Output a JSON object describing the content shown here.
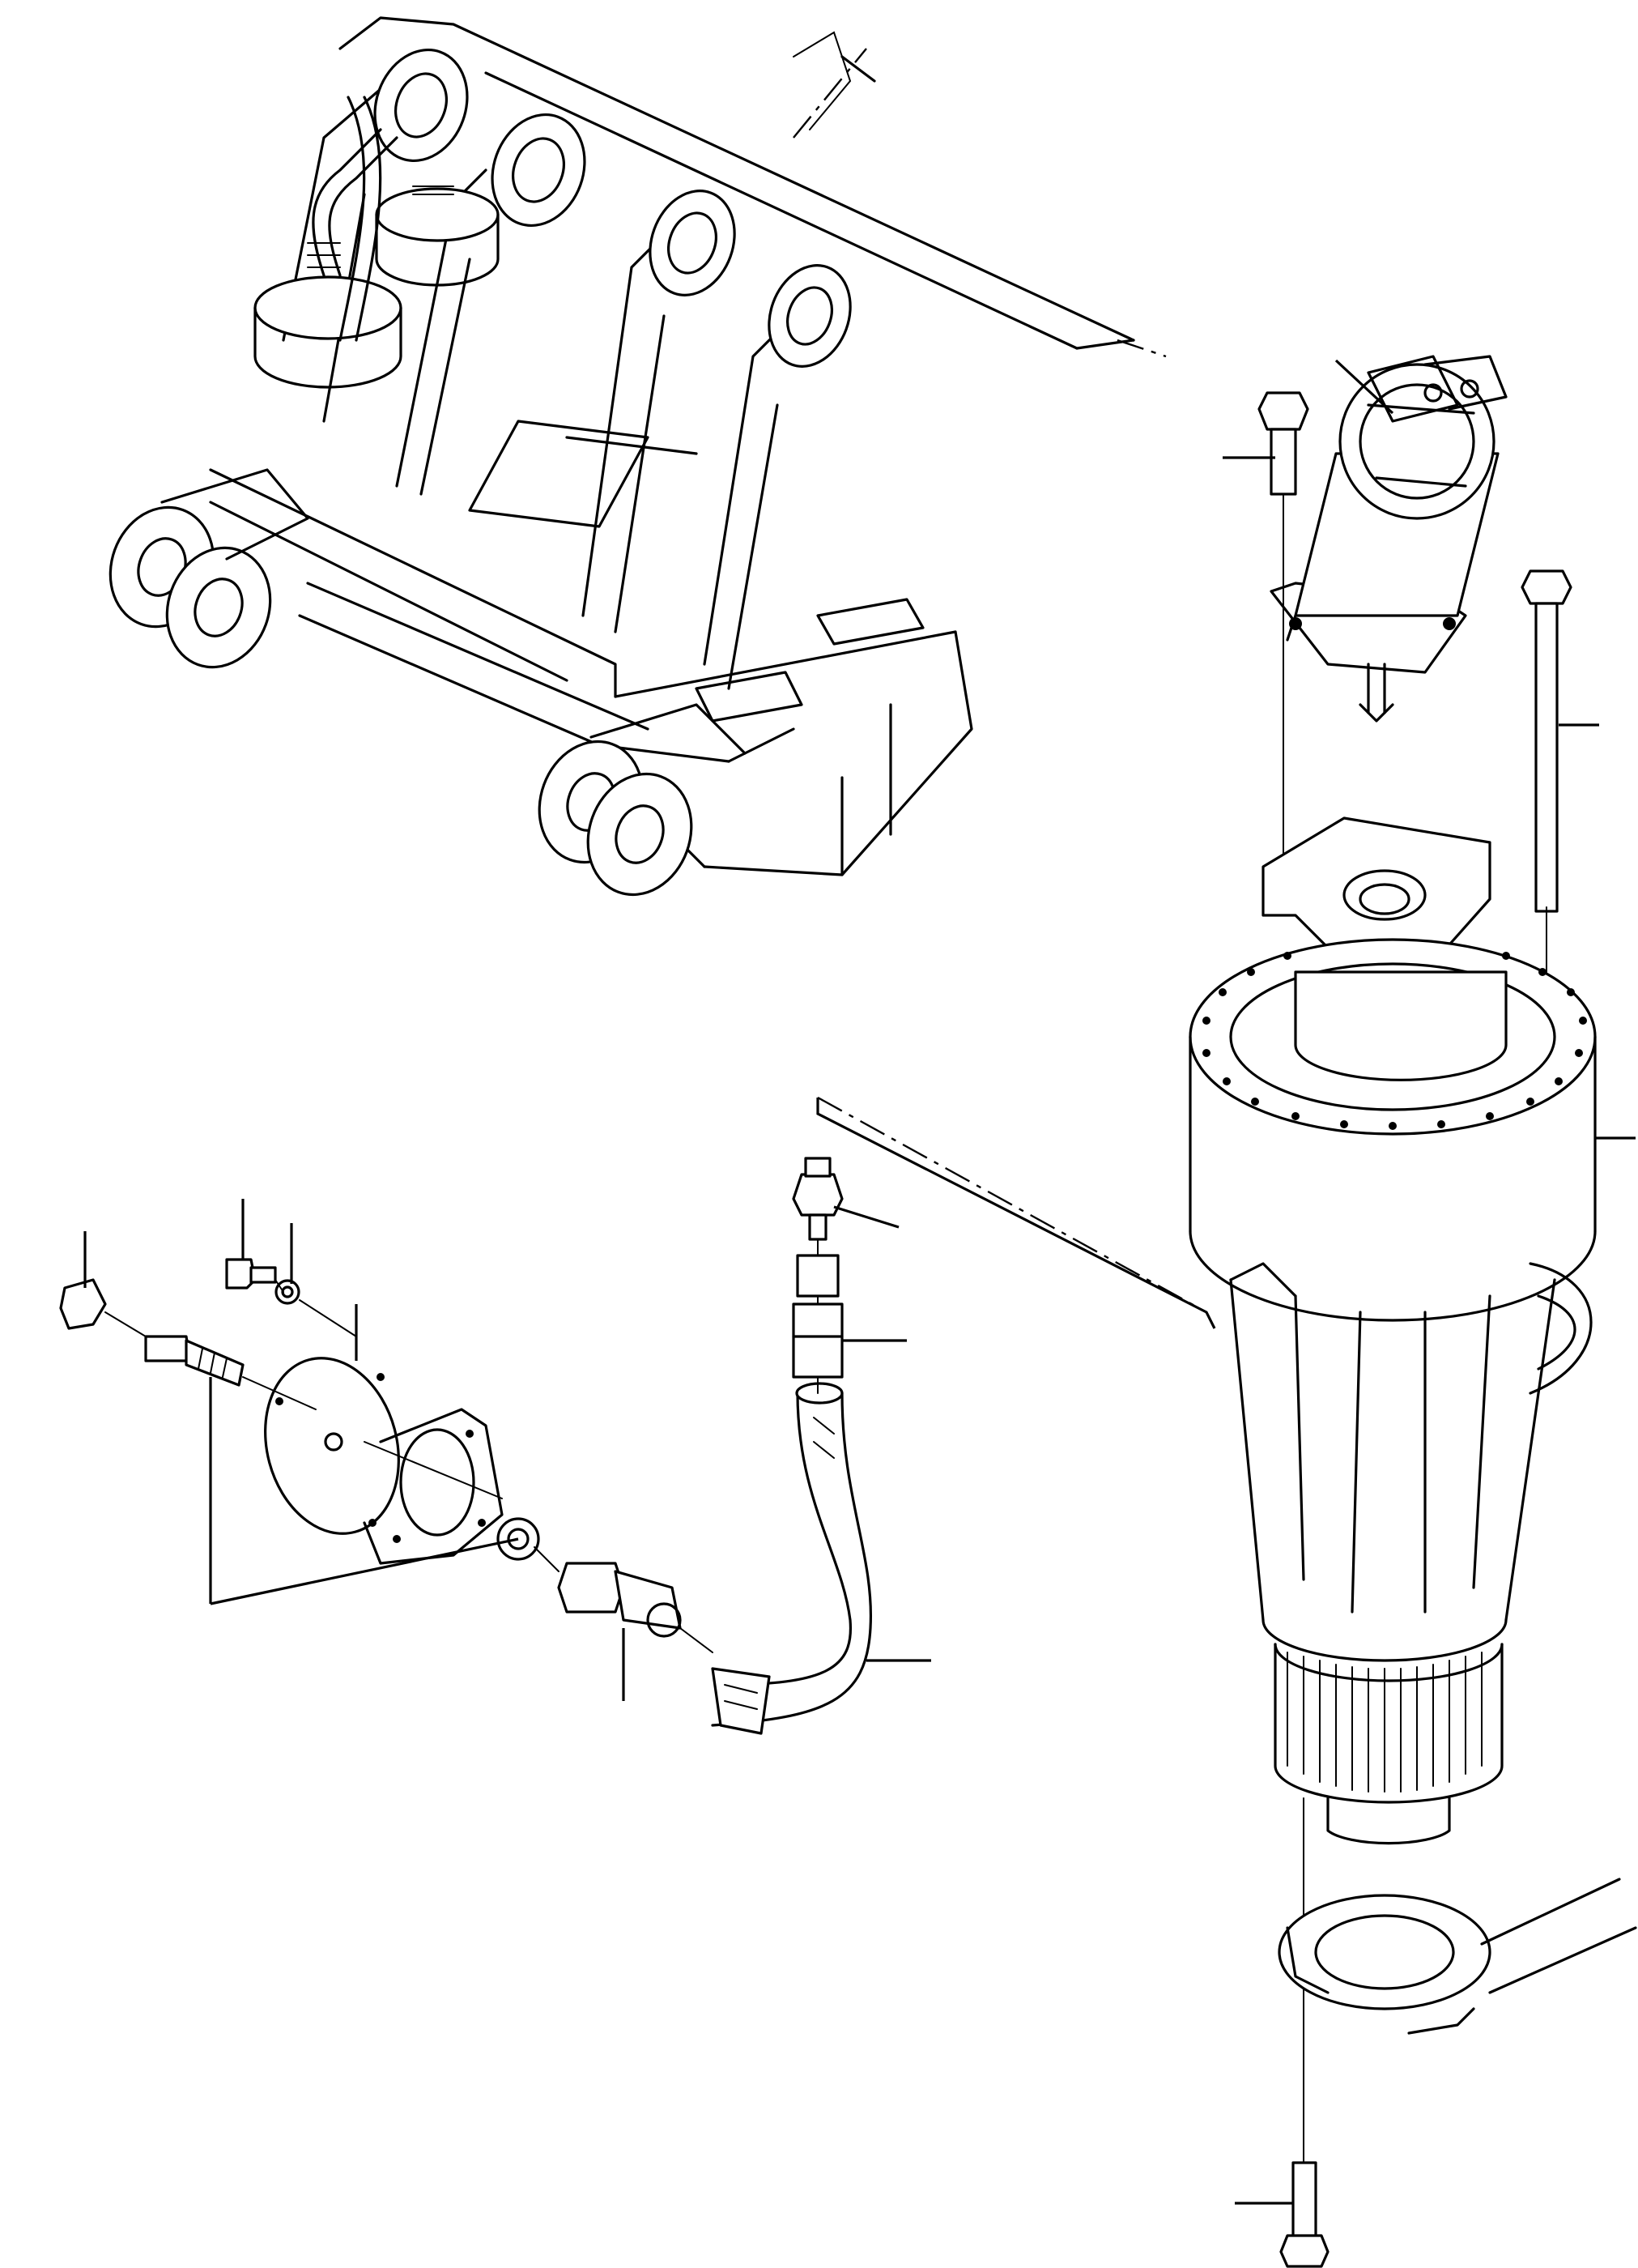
{
  "diagram": {
    "kind": "exploded-parts-view",
    "callouts": [
      {
        "id": "callout-1",
        "part": "slew-motor-top"
      },
      {
        "id": "callout-2",
        "part": "top-bolt"
      },
      {
        "id": "callout-3",
        "part": "tie-rod"
      },
      {
        "id": "callout-4",
        "part": "gearbox-housing"
      },
      {
        "id": "callout-5",
        "part": "drain-line"
      },
      {
        "id": "callout-6",
        "part": "hose-coupling"
      },
      {
        "id": "callout-7",
        "part": "hose"
      },
      {
        "id": "callout-8",
        "part": "hose-end-fitting"
      },
      {
        "id": "callout-9",
        "part": "cap-nut"
      },
      {
        "id": "callout-10",
        "part": "screw"
      },
      {
        "id": "callout-11",
        "part": "washer"
      },
      {
        "id": "callout-12",
        "part": "cover-plate"
      },
      {
        "id": "callout-13",
        "part": "adapter-fitting"
      },
      {
        "id": "callout-14",
        "part": "bottom-bolt"
      }
    ]
  },
  "colors": {
    "line": "#000000",
    "background": "#ffffff"
  }
}
